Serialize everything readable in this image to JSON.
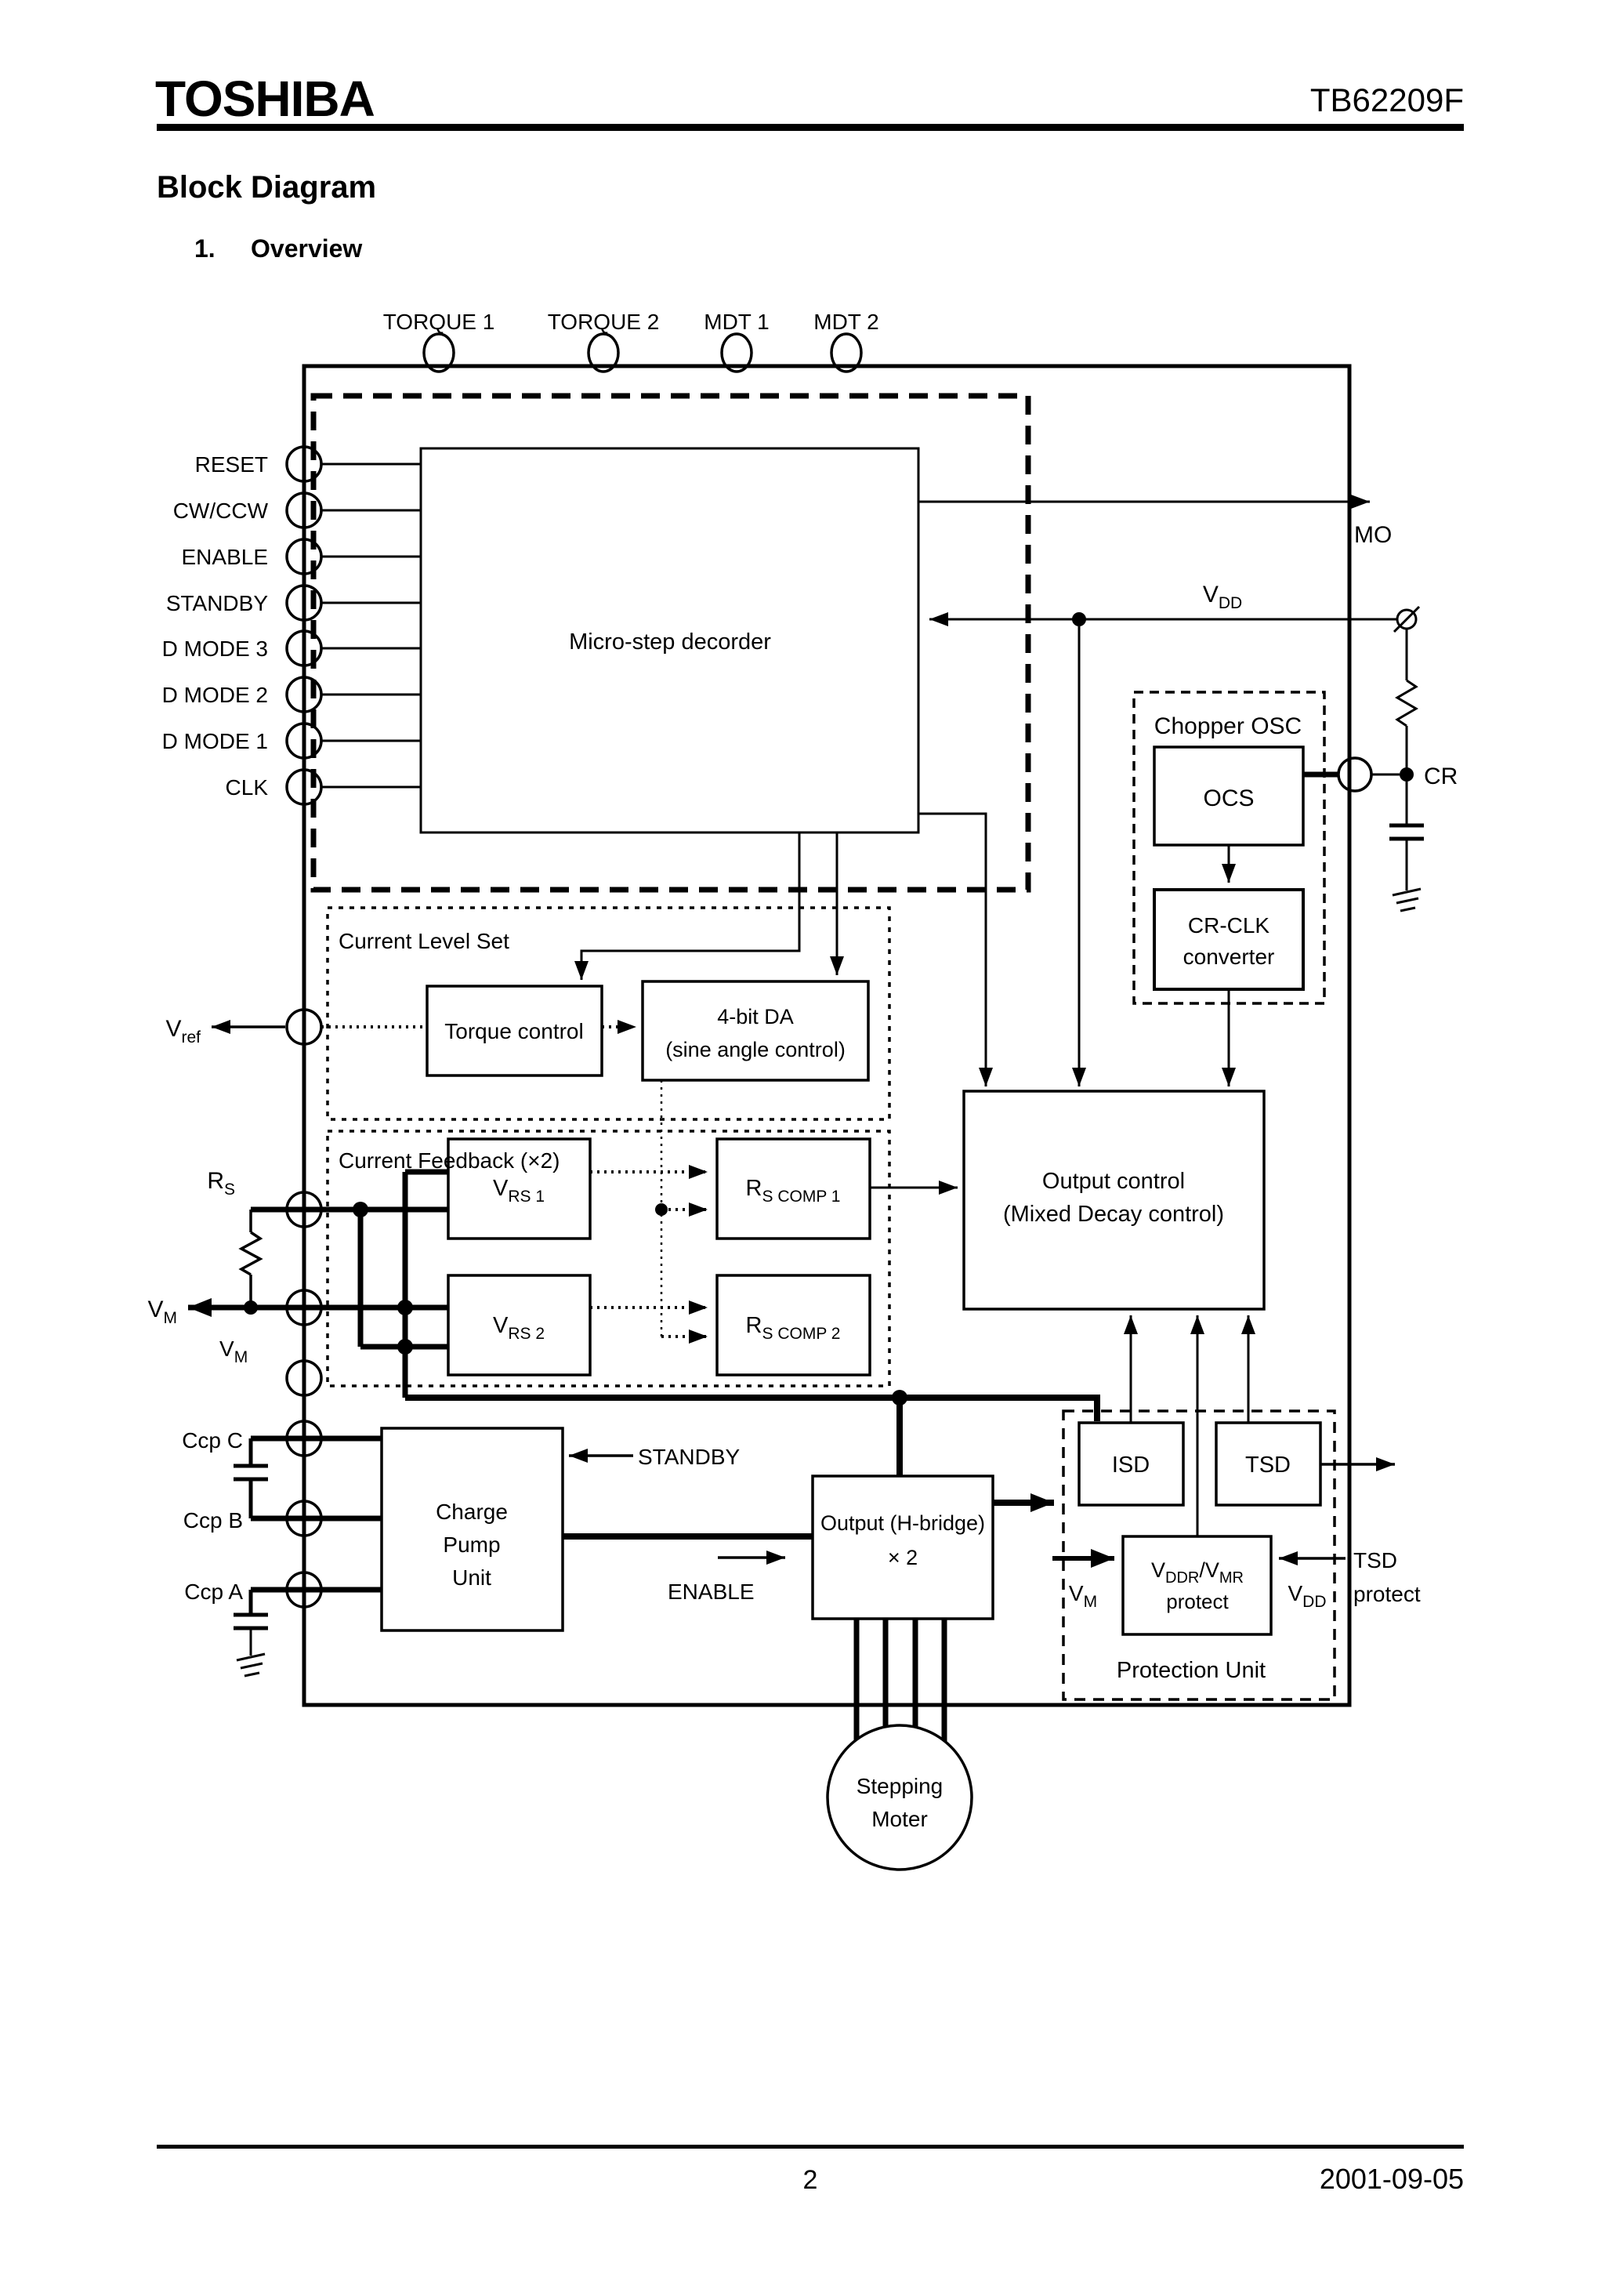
{
  "header": {
    "logo": "TOSHIBA",
    "part_number": "TB62209F"
  },
  "titles": {
    "section": "Block Diagram",
    "item_number": "1.",
    "item_title": "Overview"
  },
  "pins": {
    "top": [
      "TORQUE 1",
      "TORQUE 2",
      "MDT 1",
      "MDT 2"
    ],
    "left": [
      "RESET",
      "CW/CCW",
      "ENABLE",
      "STANDBY",
      "D MODE 3",
      "D MODE 2",
      "D MODE 1",
      "CLK"
    ],
    "mo": "MO",
    "cr": "CR",
    "vdd": {
      "base": "V",
      "sub": "DD"
    },
    "vref": {
      "base": "V",
      "sub": "ref"
    },
    "rs": {
      "base": "R",
      "sub": "S"
    },
    "vm": {
      "base": "V",
      "sub": "M"
    },
    "ccp_c": "Ccp C",
    "ccp_b": "Ccp B",
    "ccp_a": "Ccp A"
  },
  "blocks": {
    "decoder": "Micro-step decorder",
    "chopper_osc": "Chopper OSC",
    "ocs": "OCS",
    "cr_clk_line1": "CR-CLK",
    "cr_clk_line2": "converter",
    "current_level_set": "Current Level Set",
    "torque_control": "Torque control",
    "da_line1": "4-bit DA",
    "da_line2": "(sine angle control)",
    "current_feedback": "Current Feedback (×2)",
    "vrs1": {
      "base": "V",
      "sub": "RS 1"
    },
    "vrs2": {
      "base": "V",
      "sub": "RS 2"
    },
    "rscomp1": {
      "base": "R",
      "sub": "S COMP 1"
    },
    "rscomp2": {
      "base": "R",
      "sub": "S COMP 2"
    },
    "output_control_line1": "Output control",
    "output_control_line2": "(Mixed Decay control)",
    "charge_pump_line1": "Charge",
    "charge_pump_line2": "Pump",
    "charge_pump_line3": "Unit",
    "hbridge_line1": "Output (H-bridge)",
    "hbridge_line2": "× 2",
    "isd": "ISD",
    "tsd": "TSD",
    "vprotect": {
      "p1": "V",
      "s1": "DDR",
      "p2": "/V",
      "s2": "MR"
    },
    "vprotect_line2": "protect",
    "protection_unit": "Protection Unit",
    "motor_line1": "Stepping",
    "motor_line2": "Moter"
  },
  "signals": {
    "standby": "STANDBY",
    "enable": "ENABLE",
    "tsd_protect_line1": "TSD",
    "tsd_protect_line2": "protect"
  },
  "footer": {
    "page_number": "2",
    "date": "2001-09-05"
  }
}
